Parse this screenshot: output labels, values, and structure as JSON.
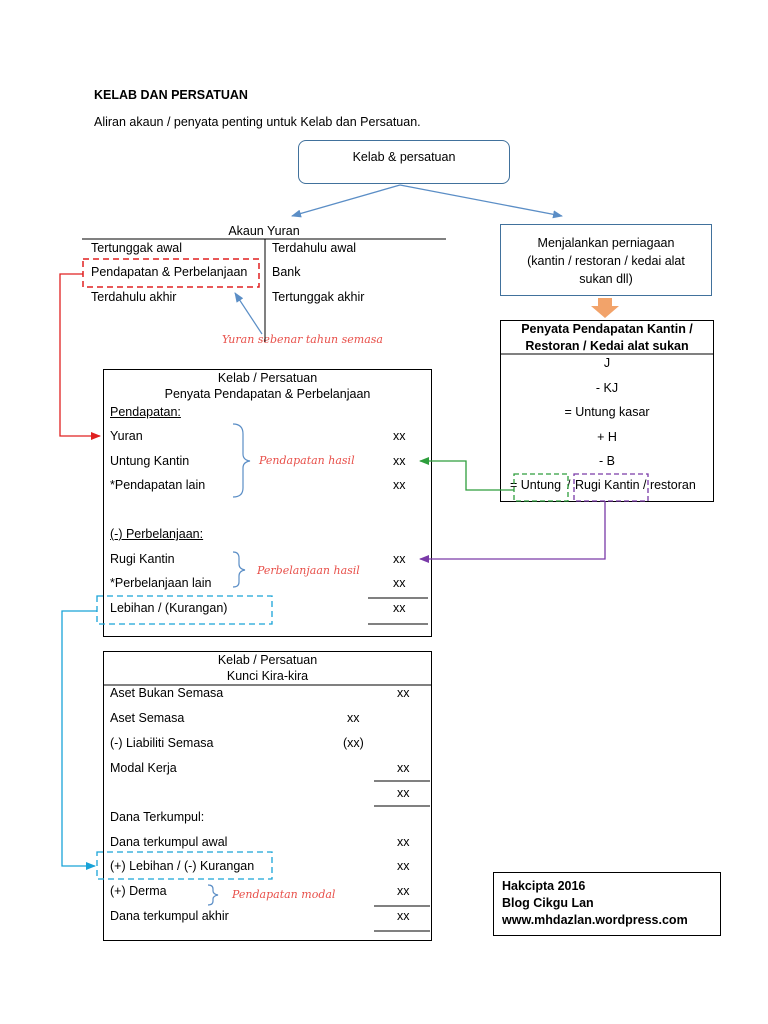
{
  "header": {
    "title": "KELAB DAN PERSATUAN",
    "subtitle": "Aliran akaun / penyata penting untuk Kelab dan Persatuan."
  },
  "top_node": {
    "label": "Kelab & persatuan"
  },
  "akaun_yuran": {
    "title": "Akaun Yuran",
    "left": [
      "Tertunggak awal",
      "Pendapatan & Perbelanjaan",
      "Terdahulu akhir"
    ],
    "right": [
      "Terdahulu awal",
      "Bank",
      "Tertunggak akhir"
    ],
    "note": "Yuran sebenar tahun semasa"
  },
  "business_box": {
    "line1": "Menjalankan perniagaan",
    "line2": "(kantin / restoran / kedai alat",
    "line3": "sukan dll)"
  },
  "kantin_statement": {
    "title1": "Penyata Pendapatan Kantin /",
    "title2": "Restoran / Kedai alat sukan",
    "lines": [
      "J",
      "- KJ",
      "= Untung kasar",
      "+ H",
      "- B"
    ],
    "last_untung": "= Untung",
    "last_slash1": "/",
    "last_rugi": "Rugi Kantin",
    "last_rest": "/ restoran"
  },
  "ppp_statement": {
    "title1": "Kelab / Persatuan",
    "title2": "Penyata Pendapatan & Perbelanjaan",
    "income_heading": "Pendapatan:",
    "income": [
      {
        "label": "Yuran",
        "value": "xx"
      },
      {
        "label": "Untung Kantin",
        "value": "xx"
      },
      {
        "label": "*Pendapatan lain",
        "value": "xx"
      }
    ],
    "income_note": "Pendapatan hasil",
    "expense_heading": "(-) Perbelanjaan:",
    "expenses": [
      {
        "label": "Rugi Kantin",
        "value": "xx"
      },
      {
        "label": "*Perbelanjaan lain",
        "value": "xx"
      }
    ],
    "expense_note": "Perbelanjaan hasil",
    "surplus": {
      "label": "Lebihan / (Kurangan)",
      "value": "xx"
    }
  },
  "balance_sheet": {
    "title1": "Kelab / Persatuan",
    "title2": "Kunci Kira-kira",
    "rows": {
      "aset_bukan_semasa": {
        "label": "Aset Bukan Semasa",
        "value": "xx"
      },
      "aset_semasa": {
        "label": "Aset Semasa",
        "value": "xx"
      },
      "liabiliti": {
        "label": "(-) Liabiliti Semasa",
        "value": "(xx)"
      },
      "modal_kerja": {
        "label": "Modal Kerja",
        "value": "xx"
      },
      "total1": {
        "value": "xx"
      },
      "dana_heading": {
        "label": "Dana Terkumpul:"
      },
      "dana_awal": {
        "label": "Dana terkumpul awal",
        "value": "xx"
      },
      "lebihan": {
        "label": "(+) Lebihan / (-) Kurangan",
        "value": "xx"
      },
      "derma": {
        "label": "(+) Derma",
        "value": "xx"
      },
      "dana_akhir": {
        "label": "Dana terkumpul akhir",
        "value": "xx"
      }
    },
    "derma_note": "Pendapatan modal"
  },
  "copyright": {
    "line1": "Hakcipta 2016",
    "line2": "Blog Cikgu Lan",
    "line3": "www.mhdazlan.wordpress.com"
  },
  "colors": {
    "blue_arrow": "#5b8ec6",
    "red": "#e02020",
    "green": "#2e9e3c",
    "purple": "#7a3aa8",
    "cyan": "#19a3d8",
    "orange": "#f2a36a",
    "node_border": "#41719c"
  }
}
